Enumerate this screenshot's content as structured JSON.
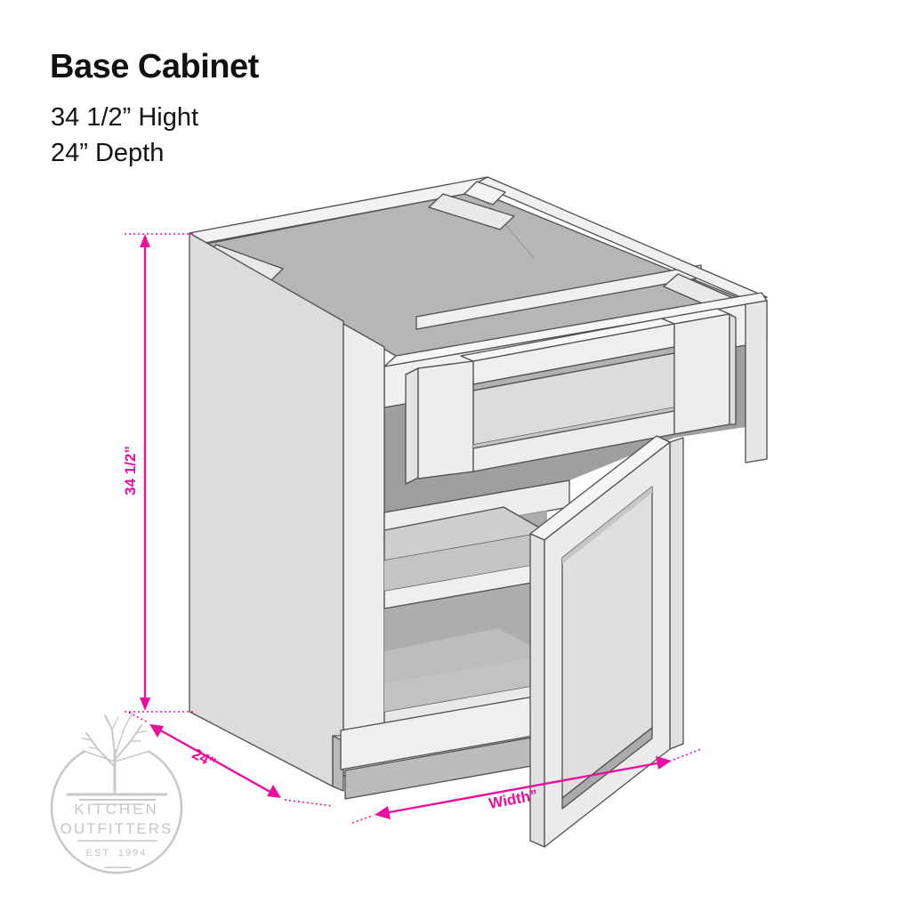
{
  "header": {
    "title": "Base Cabinet",
    "subtitle_line1": "34 1/2” Hight",
    "subtitle_line2": "24” Depth"
  },
  "dimensions": {
    "height_label": "34 1/2”",
    "depth_label": "24”",
    "width_label": "Width”"
  },
  "logo": {
    "line1": "KITCHEN",
    "line2": "OUTFITTERS",
    "established": "EST. 1994",
    "icon": "bare-tree-icon"
  },
  "illustration": {
    "subject": "isometric base cabinet with open drawer and open door",
    "features": [
      "open top with corner braces",
      "pulled-out shaker drawer",
      "open shaker door",
      "interior shelf",
      "toe kick"
    ]
  },
  "colors": {
    "accent_magenta": "#EC0E9C",
    "panel_light": "#ececec",
    "panel_side": "#dcdcdc",
    "interior_dark": "#a6a6a6",
    "interior_mid": "#b6b6b6",
    "outline": "#4f4f4f",
    "watermark_gray": "#c9c9c9",
    "text": "#111111",
    "background": "#ffffff"
  }
}
